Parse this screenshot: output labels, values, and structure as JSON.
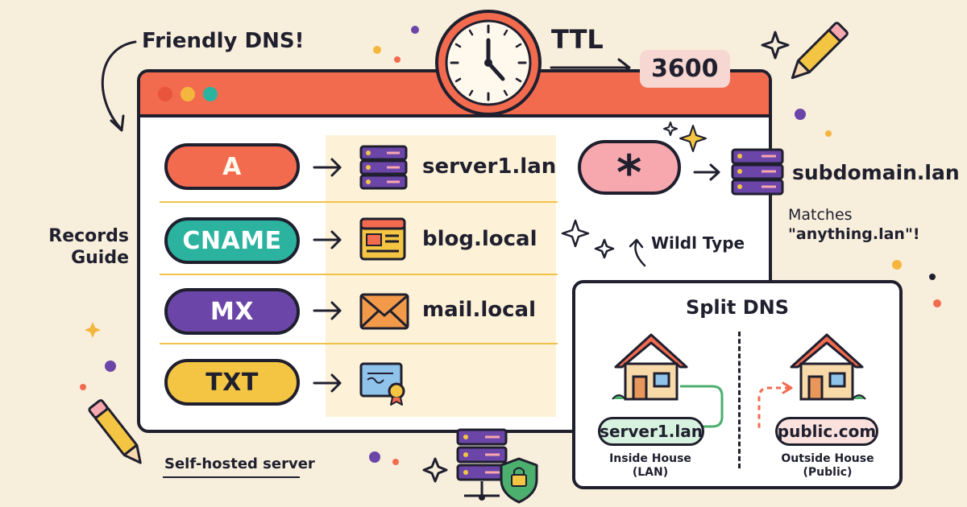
{
  "heading": "Friendly DNS!",
  "records_guide": {
    "line1": "Records",
    "line2": "Guide"
  },
  "ttl": {
    "label": "TTL",
    "value": "3600"
  },
  "window": {
    "dots": [
      "#f26b4f",
      "#f4b63c",
      "#2bb3a0"
    ],
    "records": [
      {
        "type": "A",
        "color": "#f26b4f",
        "target": "server1.lan",
        "icon": "server-icon"
      },
      {
        "type": "CNAME",
        "color": "#2bb3a0",
        "target": "blog.local",
        "icon": "webpage-icon"
      },
      {
        "type": "MX",
        "color": "#6b46a8",
        "target": "mail.local",
        "icon": "envelope-icon"
      },
      {
        "type": "TXT",
        "color": "#f4c542",
        "target": "",
        "icon": "certificate-icon"
      }
    ]
  },
  "wildcard": {
    "symbol": "*",
    "target": "subdomain.lan",
    "label": "Wildl Type",
    "note_line1": "Matches",
    "note_line2": "\"anything.lan\"!"
  },
  "split_dns": {
    "title": "Split DNS",
    "inside": {
      "chip": "server1.lan",
      "caption_line1": "Inside House",
      "caption_line2": "(LAN)"
    },
    "outside": {
      "chip": "public.com",
      "caption_line1": "Outside House",
      "caption_line2": "(Public)"
    }
  },
  "self_hosted": "Self-hosted server",
  "colors": {
    "background": "#f8eedc",
    "coral": "#f26b4f",
    "teal": "#2bb3a0",
    "purple": "#6b46a8",
    "yellow": "#f4c542",
    "pink": "#f7a7ae",
    "ink": "#1f1f2e"
  }
}
